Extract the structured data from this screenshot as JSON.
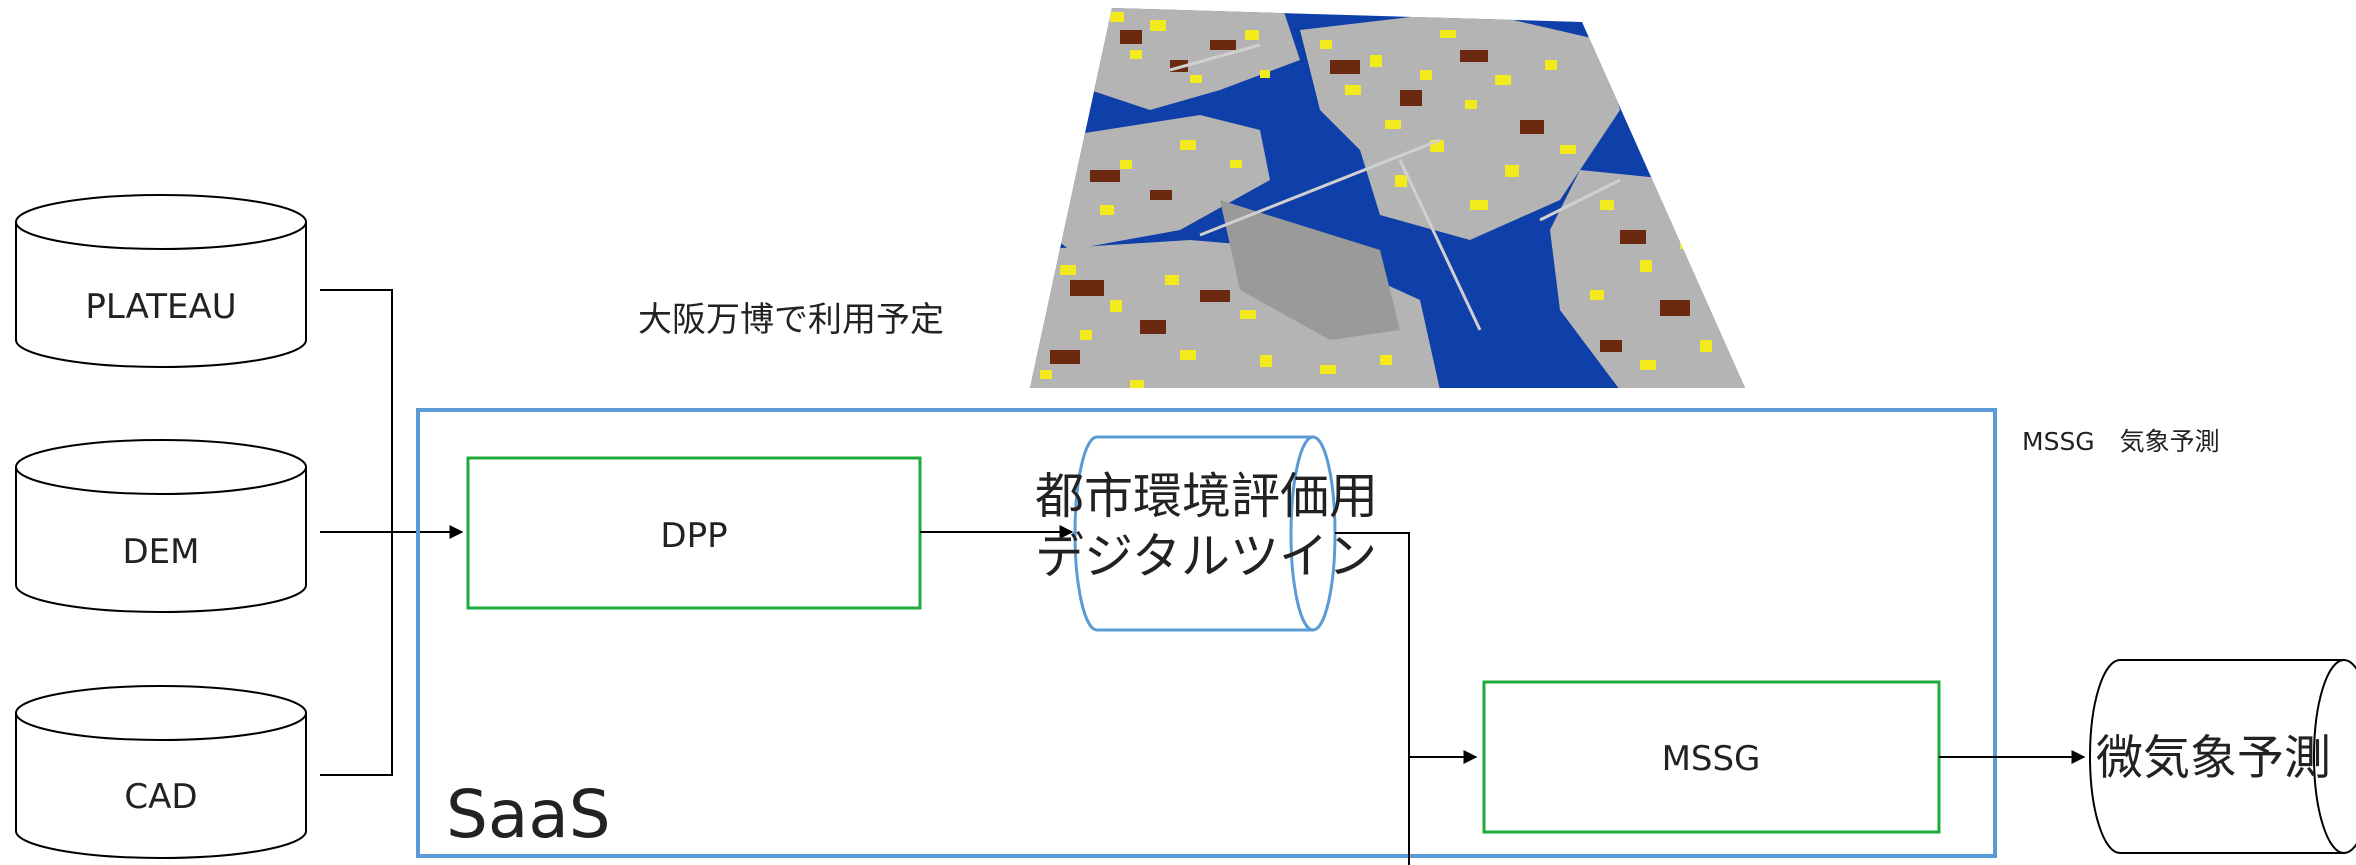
{
  "sources": [
    {
      "label": "PLATEAU"
    },
    {
      "label": "DEM"
    },
    {
      "label": "CAD"
    }
  ],
  "processes": {
    "dpp": "DPP",
    "mssg": "MSSG"
  },
  "twin": {
    "line1": "都市環境評価用",
    "line2": "デジタルツイン"
  },
  "output": "微気象予測",
  "saas_label": "SaaS",
  "expo_note": "大阪万博で利用予定",
  "mssg_note": "MSSG　気象予測",
  "colors": {
    "saas_border": "#5b9bd5",
    "process_border": "#1faa3c",
    "water": "#0f3fa8",
    "building": "#f2ea1c",
    "land": "#b4b4b4",
    "brown": "#6b2a10"
  }
}
